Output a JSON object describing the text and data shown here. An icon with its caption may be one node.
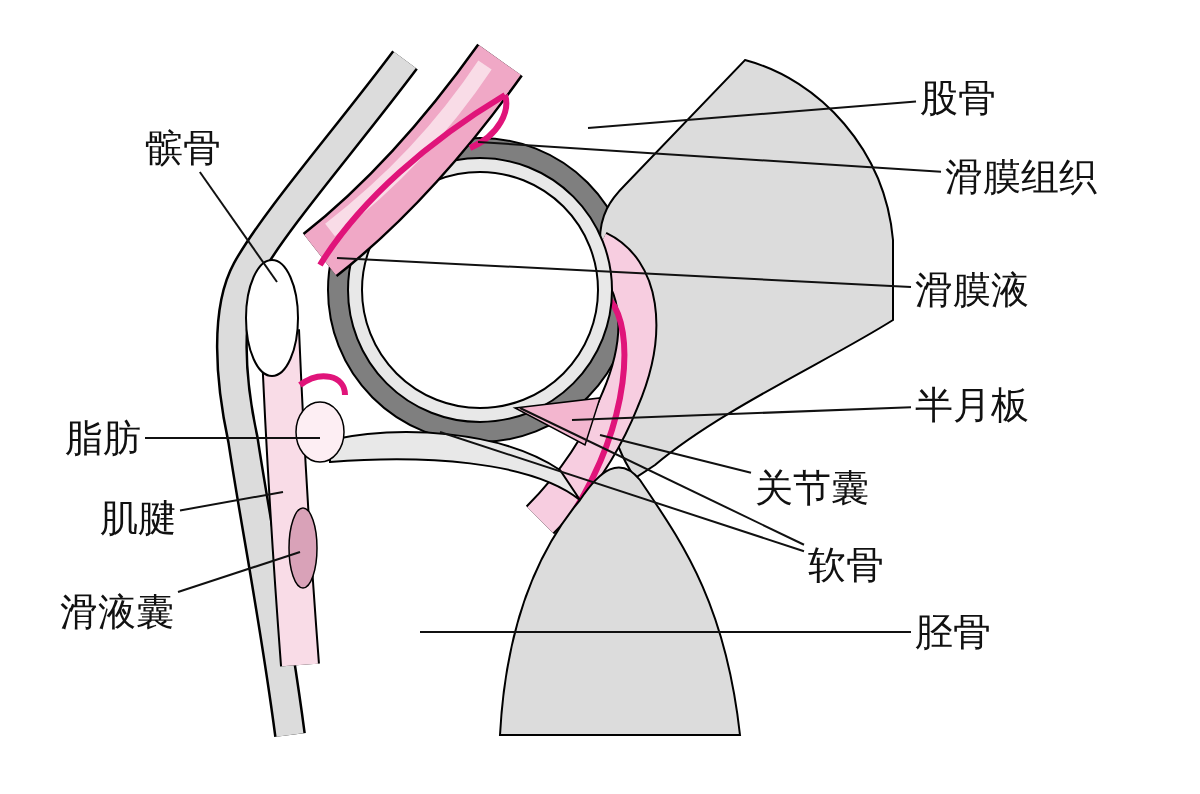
{
  "diagram": {
    "nodes": [
      {
        "text": [
          "股骨"
        ]
      },
      {
        "text": [
          "髌骨"
        ]
      },
      {
        "text": [
          "滑膜组织"
        ]
      },
      {
        "text": [
          "滑膜液"
        ]
      },
      {
        "text": [
          "半月板"
        ]
      },
      {
        "text": [
          "脂肪"
        ]
      },
      {
        "text": [
          "关节囊"
        ]
      },
      {
        "text": [
          "肌腱"
        ]
      },
      {
        "text": [
          "软骨"
        ]
      },
      {
        "text": [
          "滑液囊"
        ]
      },
      {
        "text": [
          "胫骨"
        ]
      }
    ],
    "edges": [
      {
        "from": 0,
        "to": null,
        "arrow": "none"
      },
      {
        "from": 1,
        "to": null,
        "arrow": "none"
      },
      {
        "from": 2,
        "to": null,
        "arrow": "none"
      },
      {
        "from": 3,
        "to": null,
        "arrow": "none"
      },
      {
        "from": 4,
        "to": null,
        "arrow": "none"
      },
      {
        "from": 5,
        "to": null,
        "arrow": "none"
      },
      {
        "from": 6,
        "to": null,
        "arrow": "none"
      },
      {
        "from": 7,
        "to": null,
        "arrow": "none"
      },
      {
        "from": 8,
        "to": null,
        "arrow": "none"
      },
      {
        "from": 8,
        "to": null,
        "arrow": "none"
      },
      {
        "from": 9,
        "to": null,
        "arrow": "none"
      },
      {
        "from": 10,
        "to": null,
        "arrow": "none"
      }
    ]
  }
}
